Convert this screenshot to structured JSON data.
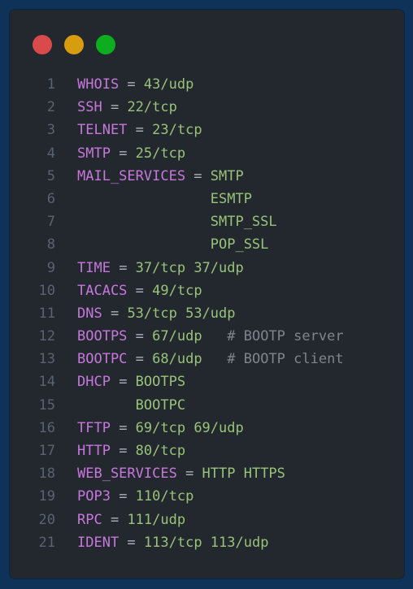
{
  "window": {
    "controls": [
      {
        "name": "close",
        "color": "#d94a4a"
      },
      {
        "name": "minimize",
        "color": "#d89c0f"
      },
      {
        "name": "maximize",
        "color": "#0eac1f"
      }
    ]
  },
  "colors": {
    "background": "#0f3358",
    "panel": "#23272e",
    "line_number": "#5b6370",
    "key": "#c678dd",
    "operator": "#abb2bf",
    "value": "#98c379",
    "comment": "#7f848e"
  },
  "lines": [
    {
      "n": "1",
      "key": "WHOIS",
      "eq": " = ",
      "val": "43/udp",
      "comment": ""
    },
    {
      "n": "2",
      "key": "SSH",
      "eq": " = ",
      "val": "22/tcp",
      "comment": ""
    },
    {
      "n": "3",
      "key": "TELNET",
      "eq": " = ",
      "val": "23/tcp",
      "comment": ""
    },
    {
      "n": "4",
      "key": "SMTP",
      "eq": " = ",
      "val": "25/tcp",
      "comment": ""
    },
    {
      "n": "5",
      "key": "MAIL_SERVICES",
      "eq": " = ",
      "val": "SMTP",
      "comment": ""
    },
    {
      "n": "6",
      "key": "",
      "eq": "",
      "val": "                ESMTP",
      "comment": ""
    },
    {
      "n": "7",
      "key": "",
      "eq": "",
      "val": "                SMTP_SSL",
      "comment": ""
    },
    {
      "n": "8",
      "key": "",
      "eq": "",
      "val": "                POP_SSL",
      "comment": ""
    },
    {
      "n": "9",
      "key": "TIME",
      "eq": " = ",
      "val": "37/tcp 37/udp",
      "comment": ""
    },
    {
      "n": "10",
      "key": "TACACS",
      "eq": " = ",
      "val": "49/tcp",
      "comment": ""
    },
    {
      "n": "11",
      "key": "DNS",
      "eq": " = ",
      "val": "53/tcp 53/udp",
      "comment": ""
    },
    {
      "n": "12",
      "key": "BOOTPS",
      "eq": " = ",
      "val": "67/udp",
      "comment": "   # BOOTP server"
    },
    {
      "n": "13",
      "key": "BOOTPC",
      "eq": " = ",
      "val": "68/udp",
      "comment": "   # BOOTP client"
    },
    {
      "n": "14",
      "key": "DHCP",
      "eq": " = ",
      "val": "BOOTPS",
      "comment": ""
    },
    {
      "n": "15",
      "key": "",
      "eq": "",
      "val": "       BOOTPC",
      "comment": ""
    },
    {
      "n": "16",
      "key": "TFTP",
      "eq": " = ",
      "val": "69/tcp 69/udp",
      "comment": ""
    },
    {
      "n": "17",
      "key": "HTTP",
      "eq": " = ",
      "val": "80/tcp",
      "comment": ""
    },
    {
      "n": "18",
      "key": "WEB_SERVICES",
      "eq": " = ",
      "val": "HTTP HTTPS",
      "comment": ""
    },
    {
      "n": "19",
      "key": "POP3",
      "eq": " = ",
      "val": "110/tcp",
      "comment": ""
    },
    {
      "n": "20",
      "key": "RPC",
      "eq": " = ",
      "val": "111/udp",
      "comment": ""
    },
    {
      "n": "21",
      "key": "IDENT",
      "eq": " = ",
      "val": "113/tcp 113/udp",
      "comment": ""
    }
  ]
}
